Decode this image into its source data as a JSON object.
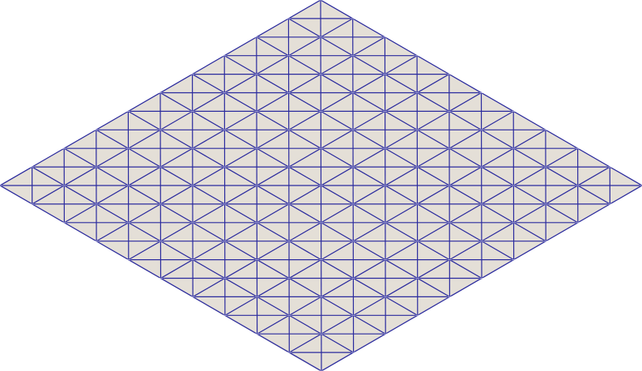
{
  "mesh": {
    "shape": "rhombus",
    "cells_per_side": 10,
    "element_type": "triangle",
    "background_color": "#ffffff",
    "fill_color": "#e4dfd7",
    "outline_color": "#b6b3c8",
    "edge_color": "#2a2a9e",
    "vertex_mark_color": "#ffffff"
  }
}
